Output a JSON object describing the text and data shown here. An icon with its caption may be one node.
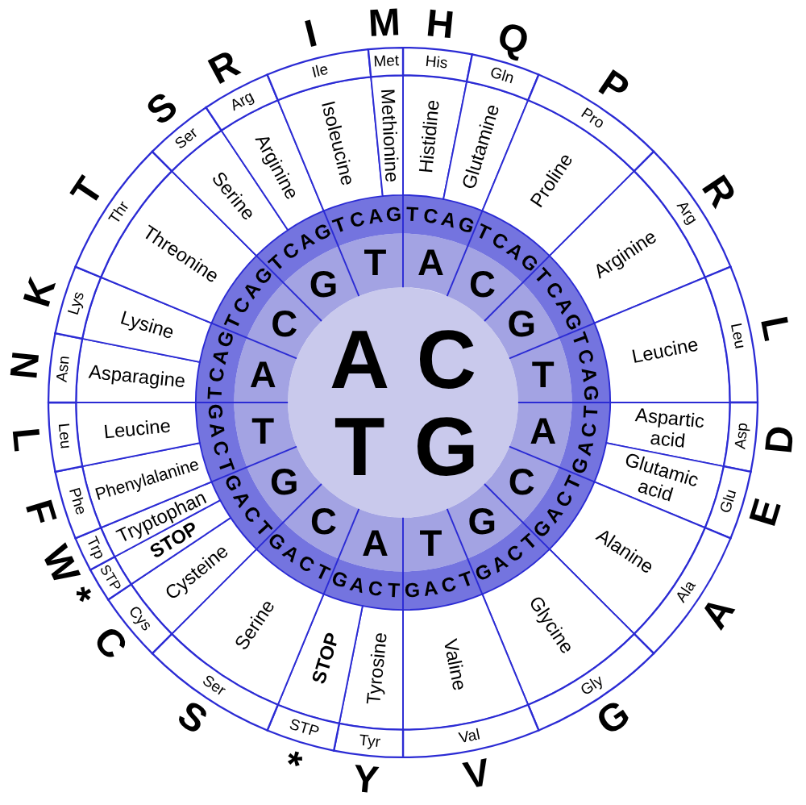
{
  "diagram": {
    "nodes": [
      {
        "text": [
          "A"
        ]
      },
      {
        "text": [
          "C"
        ]
      },
      {
        "text": [
          "T"
        ]
      },
      {
        "text": [
          "G"
        ]
      },
      {
        "text": [
          "A"
        ]
      },
      {
        "text": [
          "C"
        ]
      },
      {
        "text": [
          "G"
        ]
      },
      {
        "text": [
          "T"
        ]
      },
      {
        "text": [
          "A"
        ]
      },
      {
        "text": [
          "C"
        ]
      },
      {
        "text": [
          "G"
        ]
      },
      {
        "text": [
          "T"
        ]
      },
      {
        "text": [
          "A"
        ]
      },
      {
        "text": [
          "C"
        ]
      },
      {
        "text": [
          "G"
        ]
      },
      {
        "text": [
          "T"
        ]
      },
      {
        "text": [
          "A"
        ]
      },
      {
        "text": [
          "C"
        ]
      },
      {
        "text": [
          "G"
        ]
      },
      {
        "text": [
          "T"
        ]
      },
      {
        "text": [
          "T",
          "C",
          "A",
          "G"
        ]
      },
      {
        "text": [
          "T",
          "C",
          "A",
          "G"
        ]
      },
      {
        "text": [
          "T",
          "C",
          "A",
          "G"
        ]
      },
      {
        "text": [
          "T",
          "C",
          "A",
          "G"
        ]
      },
      {
        "text": [
          "T",
          "C",
          "A",
          "G"
        ]
      },
      {
        "text": [
          "T",
          "C",
          "A",
          "G"
        ]
      },
      {
        "text": [
          "T",
          "C",
          "A",
          "G"
        ]
      },
      {
        "text": [
          "T",
          "C",
          "A",
          "G"
        ]
      },
      {
        "text": [
          "T",
          "C",
          "A",
          "G"
        ]
      },
      {
        "text": [
          "T",
          "C",
          "A",
          "G"
        ]
      },
      {
        "text": [
          "T",
          "C",
          "A",
          "G"
        ]
      },
      {
        "text": [
          "T",
          "C",
          "A",
          "G"
        ]
      },
      {
        "text": [
          "T",
          "C",
          "A",
          "G"
        ]
      },
      {
        "text": [
          "T",
          "C",
          "A",
          "G"
        ]
      },
      {
        "text": [
          "T",
          "C",
          "A",
          "G"
        ]
      },
      {
        "text": [
          "T",
          "C",
          "A",
          "G"
        ]
      },
      {
        "text": [
          "Histidine"
        ]
      },
      {
        "text": [
          "Glutamine"
        ]
      },
      {
        "text": [
          "Proline"
        ]
      },
      {
        "text": [
          "Arginine"
        ]
      },
      {
        "text": [
          "Leucine"
        ]
      },
      {
        "text": [
          "Aspartic acid"
        ]
      },
      {
        "text": [
          "Glutamic acid"
        ]
      },
      {
        "text": [
          "Alanine"
        ]
      },
      {
        "text": [
          "Glycine"
        ]
      },
      {
        "text": [
          "Valine"
        ]
      },
      {
        "text": [
          "Tyrosine"
        ]
      },
      {
        "text": [
          "STOP"
        ]
      },
      {
        "text": [
          "Serine"
        ]
      },
      {
        "text": [
          "Cysteine"
        ]
      },
      {
        "text": [
          "STOP"
        ]
      },
      {
        "text": [
          "Tryptophan"
        ]
      },
      {
        "text": [
          "Phenylalanine"
        ]
      },
      {
        "text": [
          "Leucine"
        ]
      },
      {
        "text": [
          "Asparagine"
        ]
      },
      {
        "text": [
          "Lysine"
        ]
      },
      {
        "text": [
          "Threonine"
        ]
      },
      {
        "text": [
          "Serine"
        ]
      },
      {
        "text": [
          "Arginine"
        ]
      },
      {
        "text": [
          "Isoleucine"
        ]
      },
      {
        "text": [
          "Methionine"
        ]
      },
      {
        "text": [
          "His"
        ]
      },
      {
        "text": [
          "Gln"
        ]
      },
      {
        "text": [
          "Pro"
        ]
      },
      {
        "text": [
          "Arg"
        ]
      },
      {
        "text": [
          "Leu"
        ]
      },
      {
        "text": [
          "Asp"
        ]
      },
      {
        "text": [
          "Glu"
        ]
      },
      {
        "text": [
          "Ala"
        ]
      },
      {
        "text": [
          "Gly"
        ]
      },
      {
        "text": [
          "Val"
        ]
      },
      {
        "text": [
          "Tyr"
        ]
      },
      {
        "text": [
          "STP"
        ]
      },
      {
        "text": [
          "Ser"
        ]
      },
      {
        "text": [
          "Cys"
        ]
      },
      {
        "text": [
          "STP"
        ]
      },
      {
        "text": [
          "Trp"
        ]
      },
      {
        "text": [
          "Phe"
        ]
      },
      {
        "text": [
          "Leu"
        ]
      },
      {
        "text": [
          "Asn"
        ]
      },
      {
        "text": [
          "Lys"
        ]
      },
      {
        "text": [
          "Thr"
        ]
      },
      {
        "text": [
          "Ser"
        ]
      },
      {
        "text": [
          "Arg"
        ]
      },
      {
        "text": [
          "Ile"
        ]
      },
      {
        "text": [
          "Met"
        ]
      }
    ],
    "edges": [],
    "labels": [
      "H",
      "Q",
      "P",
      "R",
      "L",
      "D",
      "E",
      "A",
      "G",
      "V",
      "Y",
      "*",
      "S",
      "C",
      "*",
      "W",
      "F",
      "L",
      "N",
      "K",
      "T",
      "S",
      "R",
      "I",
      "M"
    ]
  }
}
